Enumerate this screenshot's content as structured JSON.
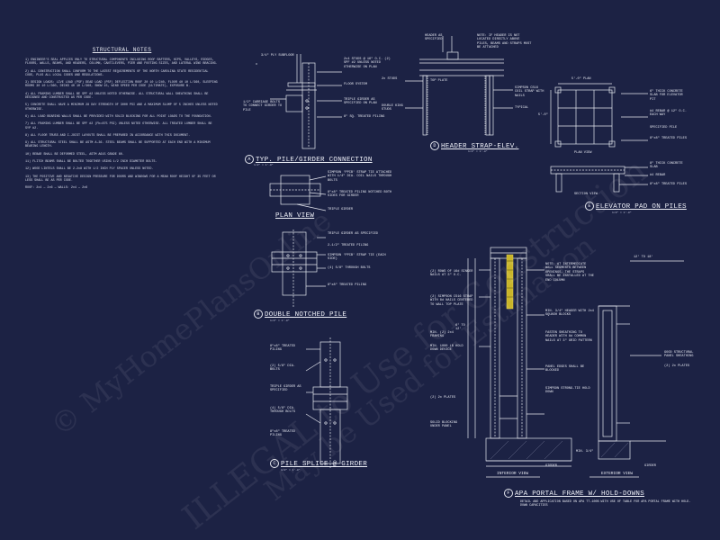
{
  "notes": {
    "title": "STRUCTURAL NOTES",
    "items": [
      "1) ENGINEER'S SEAL APPLIES ONLY TO STRUCTURAL COMPONENTS INCLUDING ROOF RAFTERS, HIPS, VALLEYS, RIDGES, FLOORS, WALLS, BEAMS, AND HEADERS, COLUMN, CANTILEVERS, PIER AND FOOTING SIZES, AND LATERAL WIND BRACING.",
      "2) ALL CONSTRUCTION SHALL CONFORM TO THE LATEST REQUIREMENTS OF THE NORTH CAROLINA STATE RESIDENTIAL CODE, PLUS ALL LOCAL CODES AND REGULATIONS.",
      "3) DESIGN LOADS: LIVE LOAD (PSF) DEAD LOAD (PSF) DEFLECTION ROOF 20 10 L/240, FLOOR 40 10 L/360, SLEEPING ROOMS 30 10 L/360, DECKS 40 10 L/360, SNOW 15, WIND SPEED PER CODE (ULTIMATE), EXPOSURE B.",
      "4) ALL FRAMING LUMBER SHALL BE SPF #2 UNLESS NOTED OTHERWISE. ALL STRUCTURAL WALL SHEATHING SHALL BE DESIGNED AND CONSTRUCTED AS PER CODE.",
      "5) CONCRETE SHALL HAVE A MINIMUM 28 DAY STRENGTH OF 3000 PSI AND A MAXIMUM SLUMP OF 5 INCHES UNLESS NOTED OTHERWISE.",
      "6) ALL LOAD BEARING WALLS SHALL BE PROVIDED WITH SOLID BLOCKING FOR ALL POINT LOADS TO THE FOUNDATION.",
      "7) ALL FRAMING LUMBER SHALL BE SPF #2 (Fb=875 PSI) UNLESS NOTED OTHERWISE. ALL TREATED LUMBER SHALL BE SYP #2.",
      "8) ALL FLOOR TRUSS AND I-JOIST LAYOUTS SHALL BE PREPARED IN ACCORDANCE WITH THIS DOCUMENT.",
      "9) ALL STRUCTURAL STEEL SHALL BE ASTM A-36. STEEL BEAMS SHALL BE SUPPORTED AT EACH END WITH A MINIMUM BEARING LENGTH.",
      "10) REBAR SHALL BE DEFORMED STEEL, ASTM A615 GRADE 60.",
      "11) FLITCH BEAMS SHALL BE BOLTED TOGETHER USING 1/2 INCH DIAMETER BOLTS.",
      "12) WOOD LINTELS SHALL BE 2-2x8 WITH 1/2 INCH PLY SPACER UNLESS NOTED.",
      "13) THE POSITIVE AND NEGATIVE DESIGN PRESSURE FOR DOORS AND WINDOWS FOR A MEAN ROOF HEIGHT OF 35 FEET OR LESS SHALL BE AS PER CODE.",
      "ROOF: 2x4 — 2x6 — WALLS: 2x4 — 2x6"
    ]
  },
  "details": {
    "a": {
      "letter": "A",
      "title": "TYP. PILE/GIRDER CONNECTION",
      "scale": "1/2\" = 1'-0\"",
      "labels": [
        "2x4 STUDS @ 16\" O.C. (2) SPF #2 UNLESS NOTED OTHERWISE ON PLAN",
        "3/4\" PLY SUBFLOOR",
        "FLOOR SYSTEM",
        "1/2\" CARRIAGE BOLTS TO CONNECT GIRDER TO PILE",
        "TRIPLE GIRDER AS SPECIFIED ON PLAN",
        "8\" SQ. TREATED PILING"
      ]
    },
    "plan": {
      "title": "PLAN VIEW",
      "labels": [
        "SIMPSON 'PPCB' STRAP TIE ATTACHED WITH 1/4\" DIA. COIL NAILS THROUGH BOLTS",
        "8\"x8\" TREATED PILING NOTCHED BOTH SIDES FOR GIRDER",
        "TRIPLE GIRDER"
      ]
    },
    "b": {
      "letter": "B",
      "title": "DOUBLE NOTCHED PILE",
      "scale": "1/2\" = 1'-0\"",
      "labels": [
        "TRIPLE GIRDER AS SPECIFIED",
        "2-1/2\" TREATED PILING",
        "SIMPSON 'PPCB' STRAP TIE (EACH SIDE)",
        "(4) 5/8\" THROUGH BOLTS",
        "8\"x8\" TREATED PILING"
      ]
    },
    "c": {
      "letter": "C",
      "title": "PILE SPLICE @ GIRDER",
      "scale": "1/2\" = 1'-0\"",
      "labels": [
        "8\"x8\" TREATED PILING",
        "(2) 5/8\" DIA. BOLTS",
        "TRIPLE GIRDER AS SPECIFIED",
        "(4) 5/8\" DIA. THROUGH BOLTS",
        "8\"x8\" TREATED PILING"
      ]
    },
    "d": {
      "letter": "D",
      "title": "HEADER STRAP-ELEV.",
      "scale": "1/2\" = 1'-0\"",
      "labels": [
        "HEADER AS SPECIFIED",
        "NOTE: IF HEADER IS NOT LOCATED DIRECTLY ABOVE PILES, BEAMS AND STRAPS MUST BE ATTACHED",
        "SIMPSON CS16 COIL STRAP WITH NAILS",
        "2x STUDS",
        "DOUBLE KING STUDS",
        "TYPICAL",
        "TOP PLATE"
      ]
    },
    "e": {
      "letter": "E",
      "title": "ELEVATOR PAD ON PILES",
      "scale": "1/2\" = 1'-0\"",
      "plan_label": "PLAN VIEW",
      "section_label": "SECTION VIEW",
      "dims": [
        "5'-0\" PLAN",
        "5'-0\""
      ],
      "labels": [
        "6\" THICK CONCRETE SLAB FOR ELEVATOR PIT",
        "#4 REBAR @ 12\" O.C. EACH WAY",
        "SPECIFIED PILE",
        "8\"x8\" TREATED PILES",
        "8\" THICK CONCRETE SLAB",
        "#4 REBAR",
        "8\"x8\" TREATED PILES"
      ]
    },
    "f": {
      "letter": "F",
      "title": "APA PORTAL FRAME W/ HOLD-DOWNS",
      "subtitle": "DETAIL AND APPLICATION BASED ON APA TT-100B WITH USE OF TABLE FOR APA PORTAL FRAME WITH HOLD-DOWN CAPACITIES",
      "interior": "INTERIOR VIEW",
      "exterior": "EXTERIOR VIEW",
      "labels_left": [
        "(2) ROWS OF 16d SINKER NAILS AT 3\" O.C.",
        "(2) SIMPSON CS16 STRAP WITH 8d NAILS CENTERED TO WALL TOP PLATE",
        "MIN. (2) 2x4 FRAMING",
        "MIN. 1000 LB HOLD DOWN DEVICE",
        "(2) 2x PLATES",
        "SOLID BLOCKING UNDER PANEL"
      ],
      "labels_right": [
        "NOTE: AT INTERMEDIATE WALL SEGMENTS BETWEEN OPENINGS, THE STRAPS SHALL BE INSTALLED AT THE END COLUMN",
        "MIN. 3/4\" HEADER WITH 2x4 SQUASH BLOCKS",
        "FASTEN SHEATHING TO HEADER WITH 8d COMMON NAILS AT 3\" GRID PATTERN",
        "PANEL EDGES SHALL BE BLOCKED",
        "SIMPSON STRONG-TIE HOLD DOWN",
        "GIRDER"
      ],
      "labels_ext": [
        "GOOD STRUCTURAL PANEL SHEATHING",
        "(2) 2x PLATES",
        "GIRDER"
      ],
      "dims": [
        "12' TO 18'",
        "6' TO 12'",
        "MIN. 3/4\""
      ]
    }
  },
  "watermark": {
    "lines": [
      "© MyHomePlansOnline",
      "ILLEGAL to Use for Construction",
      "May be Used for Estimation"
    ]
  }
}
